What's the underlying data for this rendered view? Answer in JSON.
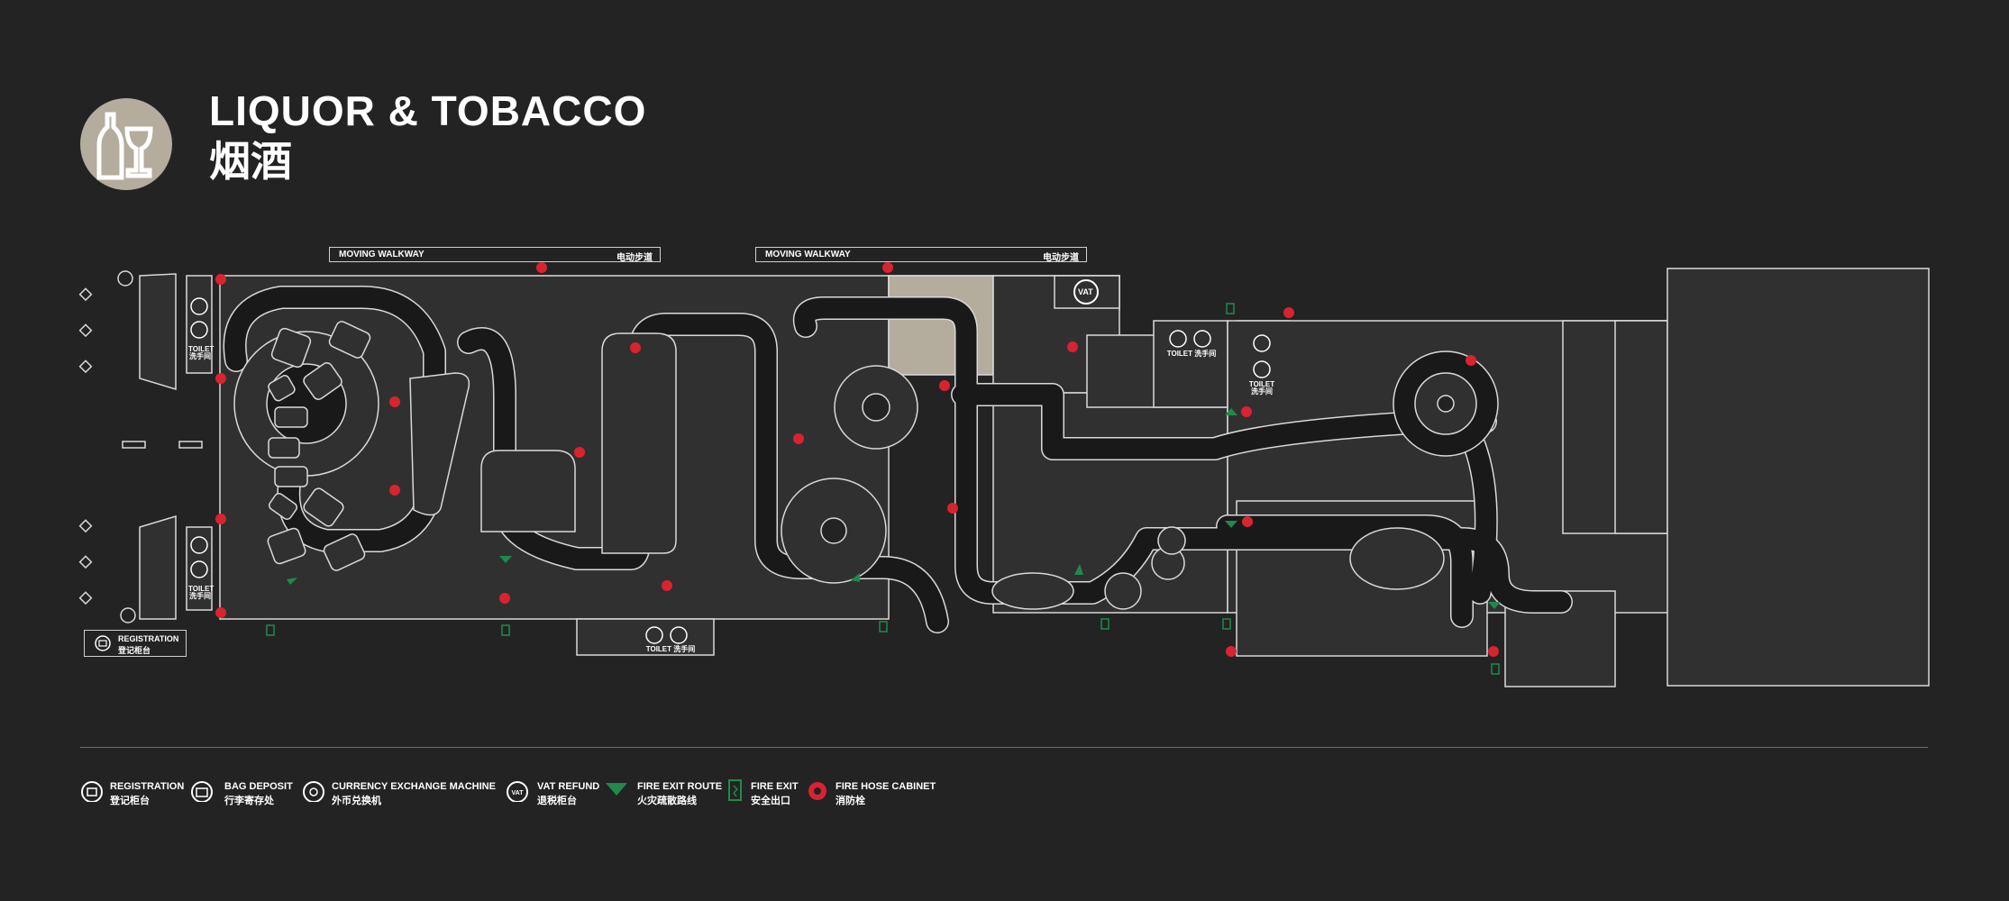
{
  "header": {
    "icon": "bottle-and-glass-icon",
    "title_en": "LIQUOR & TOBACCO",
    "title_zh": "烟酒"
  },
  "walkways": [
    {
      "en": "MOVING WALKWAY",
      "zh": "电动步道"
    },
    {
      "en": "MOVING WALKWAY",
      "zh": "电动步道"
    }
  ],
  "toilets": {
    "left_top": {
      "en": "TOILET",
      "zh": "洗手间"
    },
    "left_bottom": {
      "en": "TOILET",
      "zh": "洗手间"
    },
    "bottom_center": {
      "en": "TOILET",
      "zh": "洗手间"
    },
    "right_upper": {
      "en": "TOILET",
      "zh": "洗手间"
    },
    "right_mid": {
      "en": "TOILET",
      "zh": "洗手间"
    }
  },
  "vat_sign": "VAT",
  "registration_box": {
    "en": "REGISTRATION",
    "zh": "登记柜台"
  },
  "legend": [
    {
      "icon": "registration-icon",
      "en": "REGISTRATION",
      "zh": "登记柜台"
    },
    {
      "icon": "bag-deposit-icon",
      "en": "BAG DEPOSIT",
      "zh": "行李寄存处"
    },
    {
      "icon": "currency-exchange-icon",
      "en": "CURRENCY EXCHANGE MACHINE",
      "zh": "外币兑换机"
    },
    {
      "icon": "vat-refund-icon",
      "en": "VAT REFUND",
      "zh": "退税柜台"
    },
    {
      "icon": "fire-exit-route-icon",
      "en": "FIRE EXIT ROUTE",
      "zh": "火灾疏散路线"
    },
    {
      "icon": "fire-exit-icon",
      "en": "FIRE EXIT",
      "zh": "安全出口"
    },
    {
      "icon": "fire-hose-cabinet-icon",
      "en": "FIRE HOSE CABINET",
      "zh": "消防栓"
    }
  ],
  "colors": {
    "background": "#232324",
    "shop_fill": "#303031",
    "corridor": "#19191a",
    "outline": "#d9d9d9",
    "accent_tan": "#b4ac9c",
    "fire_hose_red": "#d9232e",
    "fire_exit_green": "#1f8a4c"
  }
}
